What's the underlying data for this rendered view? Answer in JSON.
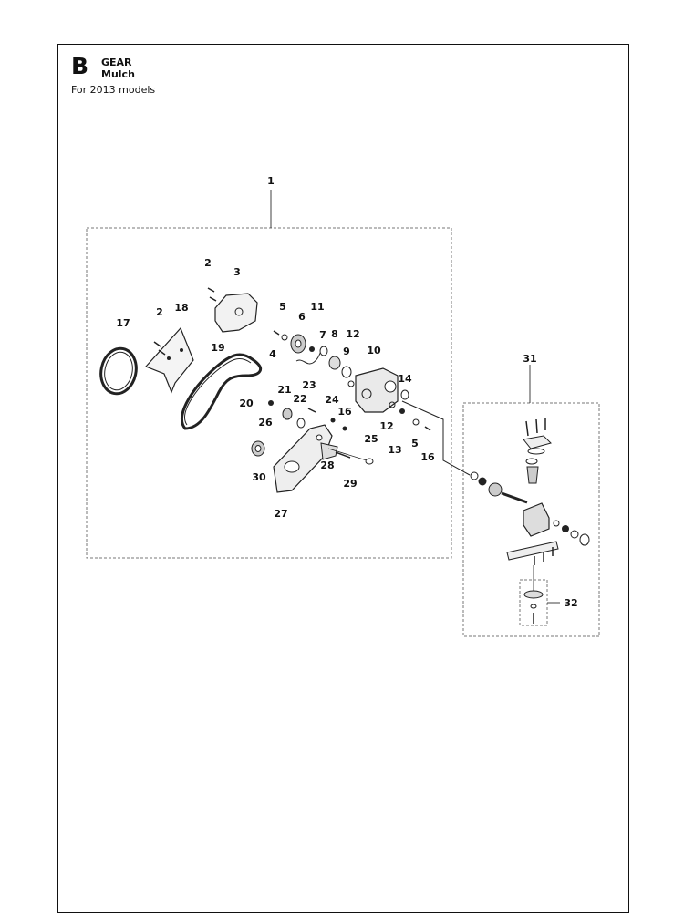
{
  "header": {
    "section_letter": "B",
    "title_line1": "GEAR",
    "title_line2": "Mulch",
    "subtitle": "For 2013 models"
  },
  "callouts": {
    "c1": "1",
    "c2a": "2",
    "c2b": "2",
    "c3": "3",
    "c4": "4",
    "c5a": "5",
    "c5b": "5",
    "c6": "6",
    "c7": "7",
    "c8": "8",
    "c9": "9",
    "c10": "10",
    "c11": "11",
    "c12a": "12",
    "c12b": "12",
    "c13": "13",
    "c14": "14",
    "c16a": "16",
    "c16b": "16",
    "c17": "17",
    "c18": "18",
    "c19": "19",
    "c20": "20",
    "c21": "21",
    "c22": "22",
    "c23": "23",
    "c24": "24",
    "c25": "25",
    "c26": "26",
    "c27": "27",
    "c28": "28",
    "c29": "29",
    "c30": "30",
    "c31": "31",
    "c32": "32"
  }
}
